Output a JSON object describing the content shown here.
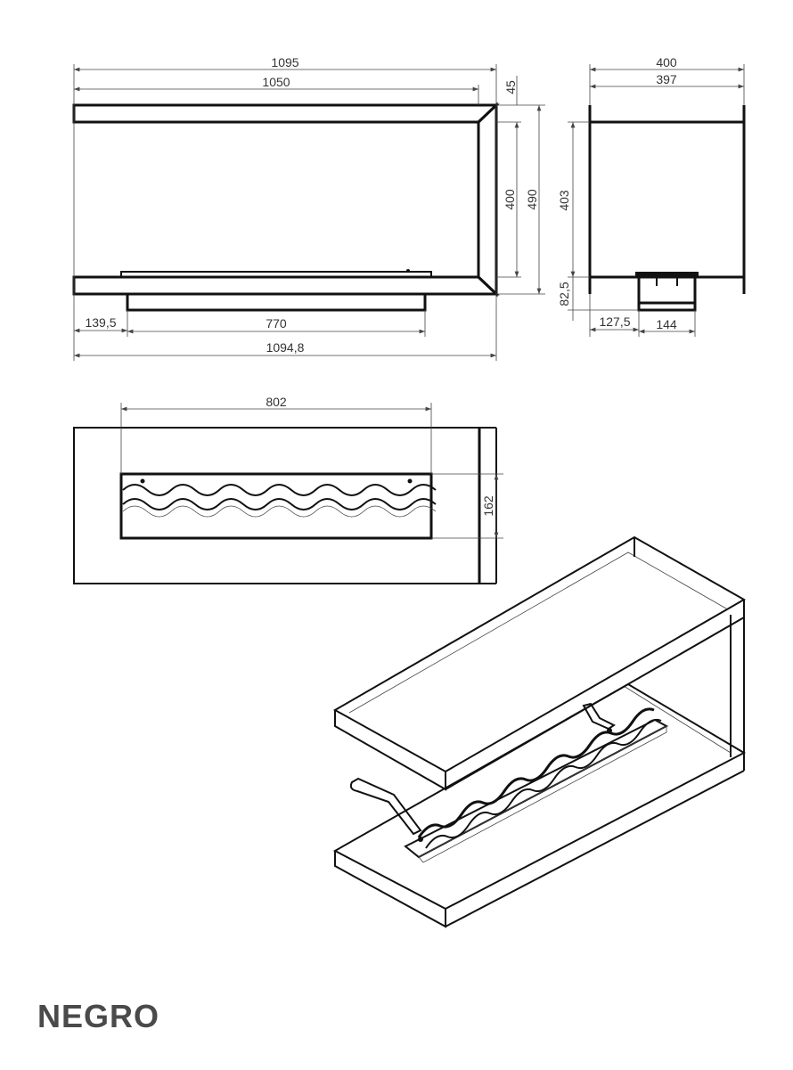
{
  "front_view": {
    "dims": {
      "overall_width_top": "1095",
      "shelf_width": "1050",
      "shelf_thickness": "45",
      "inner_height": "400",
      "overall_height": "490",
      "left_offset": "139,5",
      "burner_width": "770",
      "overall_width_bottom": "1094,8"
    }
  },
  "side_view": {
    "dims": {
      "overall_depth": "400",
      "inner_depth": "397",
      "inner_height": "403",
      "burner_height": "82,5",
      "burner_offset": "127,5",
      "burner_depth": "144"
    }
  },
  "top_view": {
    "dims": {
      "burner_length": "802",
      "burner_width": "162"
    }
  },
  "footer": {
    "color_name": "NEGRO"
  }
}
